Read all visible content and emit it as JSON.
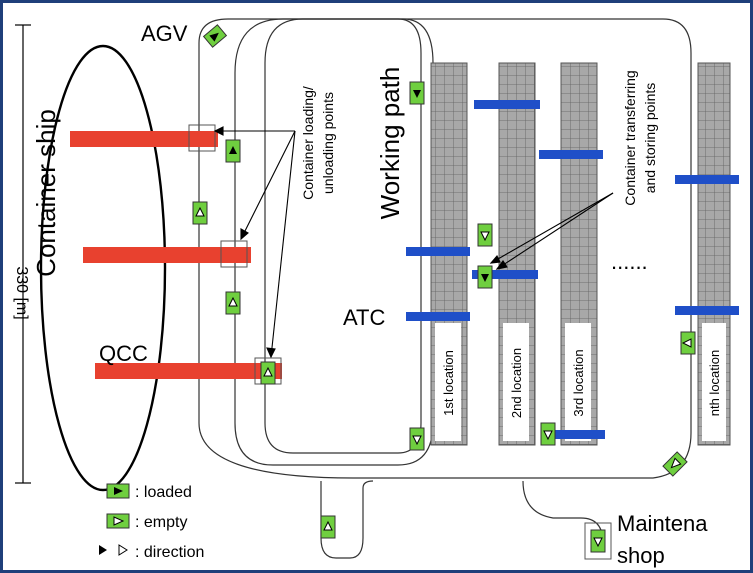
{
  "labels": {
    "container_ship": "Container ship",
    "agv": "AGV",
    "qcc": "QCC",
    "atc": "ATC",
    "working_path": "Working path",
    "loading_points_line1": "Container loading/",
    "loading_points_line2": "unloading points",
    "transfer_points_line1": "Container transferring",
    "transfer_points_line2": "and storing points",
    "maintenance_line1": "Maintena",
    "maintenance_line2": "shop",
    "ruler_text": "330 [m]"
  },
  "locations": [
    "1st location",
    "2nd location",
    "3rd location",
    "nth location"
  ],
  "ellipsis": "......",
  "legend": {
    "loaded": ": loaded",
    "empty": ": empty",
    "direction": ": direction"
  },
  "colors": {
    "qcc_crane": "#e8412f",
    "atc_crane": "#1f4fc8",
    "agv": "#6fcf3f",
    "block": "#9a9a9a",
    "frame": "#1f3f7a"
  }
}
